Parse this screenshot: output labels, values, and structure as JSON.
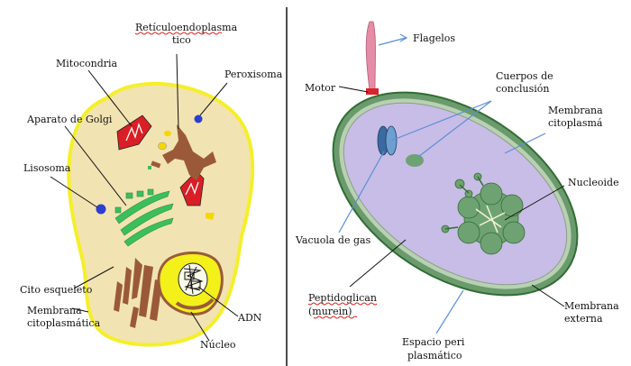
{
  "eukaryotic_cell": {
    "labels": {
      "er_line1": "Retículoendoplasma",
      "er_line2": "tico",
      "mitochondria": "Mitocondria",
      "peroxisome": "Peroxisoma",
      "golgi": "Aparato de Golgi",
      "lysosome": "Lisosoma",
      "cytoskeleton": "Cito esqueleto",
      "membrane_line1": "Membrana",
      "membrane_line2": "citoplasmática",
      "dna": "ADN",
      "nucleus": "Núcleo"
    }
  },
  "prokaryotic_cell": {
    "labels": {
      "flagella": "Flagelos",
      "motor": "Motor",
      "inclusion_line1": "Cuerpos de",
      "inclusion_line2": "conclusión",
      "membrane_line1": "Membrana",
      "membrane_line2": "citoplasmá",
      "nucleoid": "Nucleoide",
      "gas_vacuole": "Vacuola de gas",
      "peptidoglycan_line1": "Peptidoglican",
      "peptidoglycan_line2": "(murein)",
      "outer_membrane_line1": "Membrana",
      "outer_membrane_line2": "externa",
      "periplasm_line1": "Espacio peri",
      "periplasm_line2": "plasmático"
    }
  },
  "colors": {
    "euk_cytoplasm": "#f2e3b3",
    "euk_membrane": "#f5ef2a",
    "mitochondria": "#d91f25",
    "golgi": "#3bbf5b",
    "er": "#9a5a3a",
    "lysosome": "#2c3fcf",
    "nucleus_fill": "#f3f01a",
    "pro_cytoplasm": "#c8bde6",
    "pro_wall": "#4c8a4f",
    "pro_outer": "#2f6e33",
    "nucleoid": "#6fa273",
    "flagellum": "#e58ca6",
    "motor": "#d7242d",
    "divider": "#111111"
  }
}
